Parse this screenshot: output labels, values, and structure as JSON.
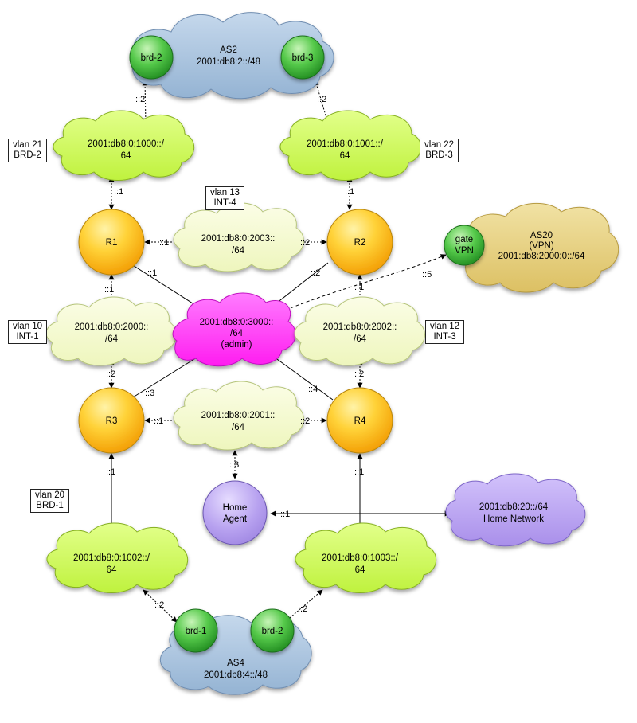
{
  "colors": {
    "lime": "#ccff55",
    "pale": "#f5fbd0",
    "magenta": "#ff33ff",
    "router": "#ffb400",
    "border_router": "#33c033",
    "as_cloud": "#a9c4de",
    "vpn_cloud": "#e6cf7c",
    "purple": "#b7a0ef"
  },
  "clouds": {
    "as2": [
      "AS2",
      "2001:db8:2::/48"
    ],
    "as4": [
      "AS4",
      "2001:db8:4::/48"
    ],
    "as20": [
      "AS20",
      "(VPN)",
      "2001:db8:2000:0::/64"
    ],
    "net1000": [
      "2001:db8:0:1000::/",
      "64"
    ],
    "net1001": [
      "2001:db8:0:1001::/",
      "64"
    ],
    "net2003": [
      "2001:db8:0:2003::",
      "/64"
    ],
    "net2000": [
      "2001:db8:0:2000::",
      "/64"
    ],
    "net3000": [
      "2001:db8:0:3000::",
      "/64",
      "(admin)"
    ],
    "net2002": [
      "2001:db8:0:2002::",
      "/64"
    ],
    "net2001": [
      "2001:db8:0:2001::",
      "/64"
    ],
    "net1002": [
      "2001:db8:0:1002::/",
      "64"
    ],
    "net1003": [
      "2001:db8:0:1003::/",
      "64"
    ],
    "home_net": [
      "2001:db8:20::/64",
      "Home Network"
    ]
  },
  "nodes": {
    "r1": [
      "R1"
    ],
    "r2": [
      "R2"
    ],
    "r3": [
      "R3"
    ],
    "r4": [
      "R4"
    ],
    "brd2_top": [
      "brd-2"
    ],
    "brd3_top": [
      "brd-3"
    ],
    "brd1_bottom": [
      "brd-1"
    ],
    "brd2_bottom": [
      "brd-2"
    ],
    "gate_vpn": [
      "gate",
      "VPN"
    ],
    "home_agent": [
      "Home",
      "Agent"
    ]
  },
  "vlans": {
    "vlan21": [
      "vlan 21",
      "BRD-2"
    ],
    "vlan22": [
      "vlan 22",
      "BRD-3"
    ],
    "vlan13": [
      "vlan 13",
      "INT-4"
    ],
    "vlan10": [
      "vlan 10",
      "INT-1"
    ],
    "vlan12": [
      "vlan 12",
      "INT-3"
    ],
    "vlan20": [
      "vlan 20",
      "BRD-1"
    ]
  },
  "link_labels": {
    "brd2_2": "::2",
    "brd3_2": "::2",
    "r1_up_1": "::1",
    "r2_up_1": "::1",
    "r1_2003_1": "::1",
    "r2_2003_2": "::2",
    "r1_3000_1": "::1",
    "r2_3000_2": "::2",
    "vpn_5": "::5",
    "r1_down_1": "::1",
    "r2_down_1": "::1",
    "r3_up_2": "::2",
    "r4_up_2": "::2",
    "r3_3000_3": "::3",
    "r4_3000_4": "::4",
    "r3_2001_1": "::1",
    "r4_2001_2": "::2",
    "ha_3": "::3",
    "r3_down_1": "::1",
    "r4_down_1": "::1",
    "ha_home_1": "::1",
    "brd1_2": "::2",
    "brd2b_2": "::2"
  }
}
